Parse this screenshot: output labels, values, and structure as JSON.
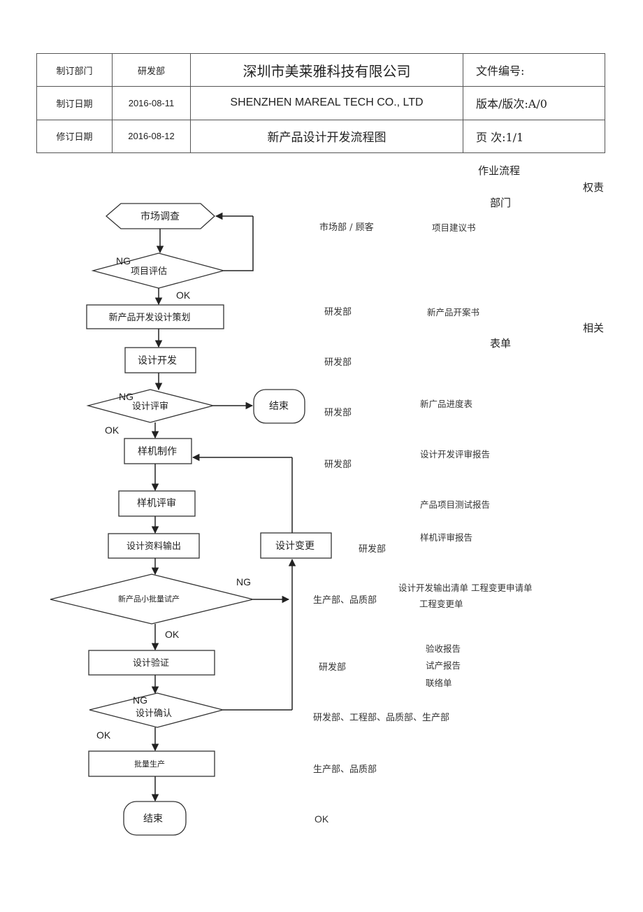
{
  "header": {
    "row1": {
      "label": "制订部门",
      "value": "研发部",
      "title": "深圳市美莱雅科技有限公司",
      "right": "文件编号:"
    },
    "row2": {
      "label": "制订日期",
      "value": "2016-08-11",
      "title": "SHENZHEN MAREAL TECH CO., LTD",
      "right": "版本/版次:A/0"
    },
    "row3": {
      "label": "修订日期",
      "value": "2016-08-12",
      "title": "新产品设计开发流程图",
      "right": "页 次:1/1"
    }
  },
  "column_headers": {
    "flow": "作业流程",
    "resp_top": "权责",
    "resp_bottom": "部门",
    "rel_top": "相关",
    "rel_bottom": "表单"
  },
  "flow_nodes": {
    "market_research": "市场调查",
    "project_eval": "项目评估",
    "dev_planning": "新产品开发设计策划",
    "design_dev": "设计开发",
    "design_review": "设计评审",
    "end1": "结束",
    "sample_make": "样机制作",
    "sample_review": "样机评审",
    "design_output": "设计资料输出",
    "design_change": "设计变更",
    "small_batch": "新产品小批量试产",
    "design_verify": "设计验证",
    "design_confirm": "设计确认",
    "mass_production": "批量生产",
    "end2": "结束"
  },
  "flow_labels": {
    "ng1": "NG",
    "ok1": "OK",
    "ng2": "NG",
    "ok2": "OK",
    "ng3": "NG",
    "ok3": "OK",
    "ng4": "NG",
    "ok4": "OK"
  },
  "departments": {
    "d1": "市场部 / 顾客",
    "d2": "研发部",
    "d3": "研发部",
    "d4": "研发部",
    "d5": "研发部",
    "d6": "研发部",
    "d7": "生产部、品质部",
    "d8": "研发部",
    "d9": "研发部、工程部、品质部、生产部",
    "d10": "生产部、品质部",
    "d11": "OK"
  },
  "forms": {
    "f1": "项目建议书",
    "f2": "新产品开案书",
    "f3": "新广品进度表",
    "f4": "设计开发评审报告",
    "f5": "产品项目测试报告",
    "f6": "样机评审报告",
    "f7": "设计开发输出清单  工程变更申请单",
    "f8": "工程变更单",
    "f9": "验收报告",
    "f10": "试产报告",
    "f11": "联络单"
  }
}
